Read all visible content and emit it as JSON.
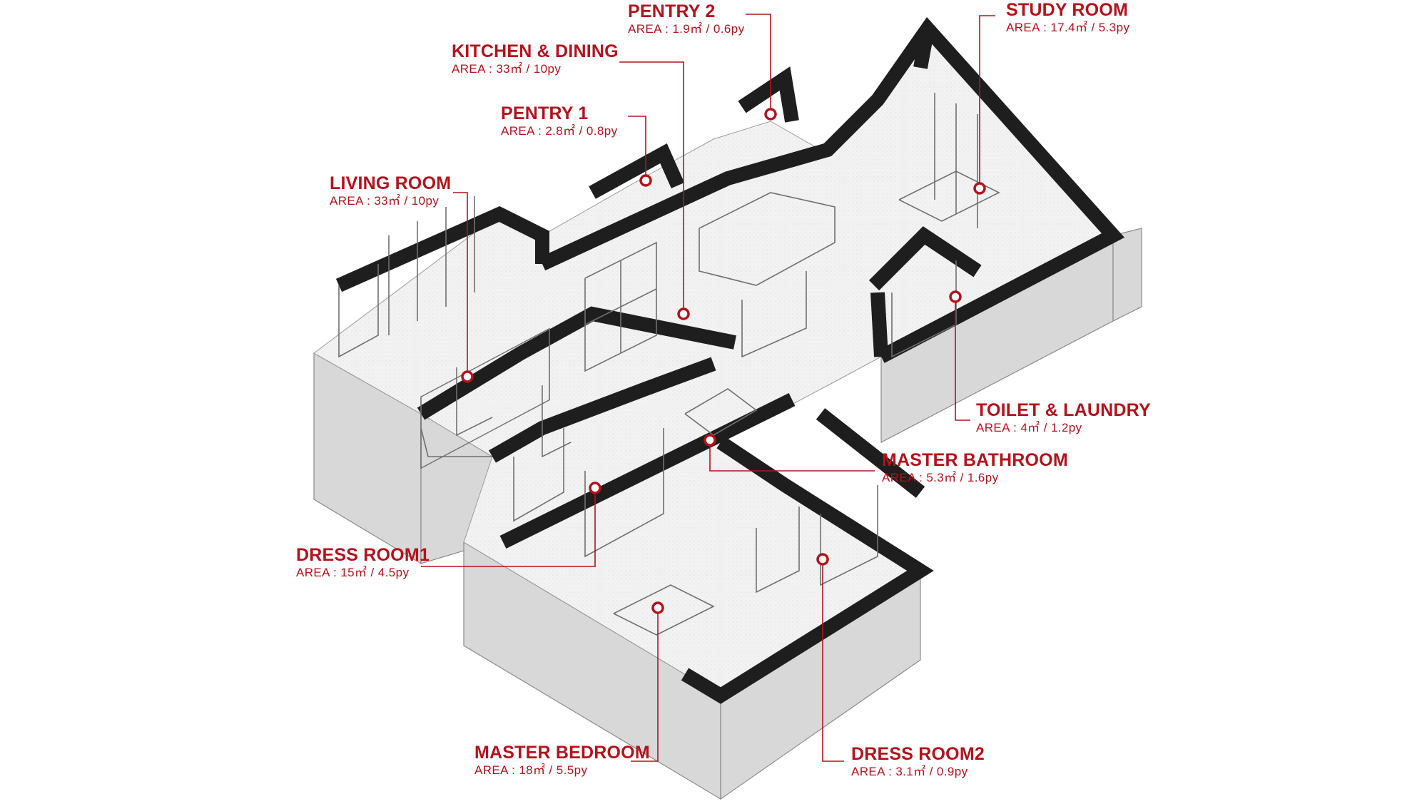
{
  "colors": {
    "accent": "#b5121b",
    "wall": "#1e1e1e",
    "floor": "#f1f1f1",
    "wall_face": "#d9d9d9"
  },
  "rooms": [
    {
      "id": "pentry-2",
      "name": "PENTRY 2",
      "area": "AREA : 1.9㎡ / 0.6py"
    },
    {
      "id": "study-room",
      "name": "STUDY ROOM",
      "area": "AREA : 17.4㎡ / 5.3py"
    },
    {
      "id": "kitchen-dining",
      "name": "KITCHEN & DINING",
      "area": "AREA : 33㎡ / 10py"
    },
    {
      "id": "pentry-1",
      "name": "PENTRY 1",
      "area": "AREA : 2.8㎡ / 0.8py"
    },
    {
      "id": "living-room",
      "name": "LIVING ROOM",
      "area": "AREA : 33㎡ / 10py"
    },
    {
      "id": "toilet-laundry",
      "name": "TOILET & LAUNDRY",
      "area": "AREA : 4㎡ / 1.2py"
    },
    {
      "id": "master-bathroom",
      "name": "MASTER BATHROOM",
      "area": "AREA : 5.3㎡ / 1.6py"
    },
    {
      "id": "dress-room-1",
      "name": "DRESS ROOM1",
      "area": "AREA : 15㎡ / 4.5py"
    },
    {
      "id": "master-bedroom",
      "name": "MASTER BEDROOM",
      "area": "AREA : 18㎡ / 5.5py"
    },
    {
      "id": "dress-room-2",
      "name": "DRESS ROOM2",
      "area": "AREA : 3.1㎡ / 0.9py"
    }
  ]
}
